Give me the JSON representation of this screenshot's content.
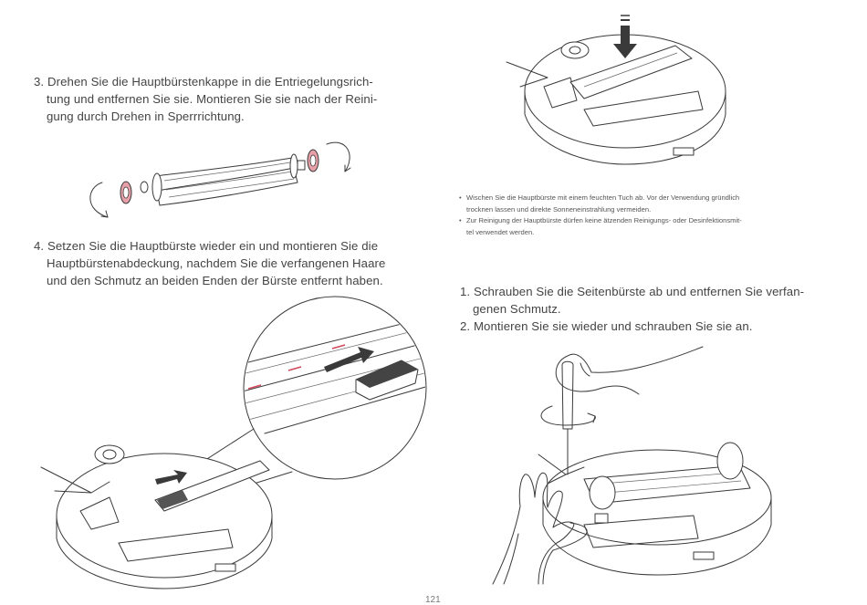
{
  "left_page": {
    "step3": {
      "lines": [
        "3. Drehen Sie die Hauptbürstenkappe in die Entriegelungsrich-",
        "tung und entfernen Sie sie. Montieren Sie sie nach der Reini-",
        "gung durch Drehen in Sperrrichtung."
      ]
    },
    "step4": {
      "lines": [
        "4. Setzen Sie die Hauptbürste wieder ein und montieren Sie die",
        "Hauptbürstenabdeckung, nachdem Sie die verfangenen Haare",
        "und den Schmutz an beiden Enden der Bürste entfernt haben."
      ]
    },
    "page_number": "121"
  },
  "right_page": {
    "notes": {
      "bullet": "•",
      "note1": [
        "Wischen Sie die Hauptbürste mit einem feuchten Tuch ab. Vor der Verwendung gründlich",
        "trocknen lassen und direkte Sonneneinstrahlung vermeiden."
      ],
      "note2": [
        "Zur Reinigung der Hauptbürste dürfen keine ätzenden Reinigungs- oder Desinfektionsmit-",
        "tel verwendet werden."
      ]
    },
    "side_brush_steps": {
      "step1": [
        "1. Schrauben Sie die Seitenbürste ab und entfernen Sie verfan-",
        "genen Schmutz."
      ],
      "step2": [
        "2. Montieren Sie sie wieder und schrauben Sie sie an."
      ]
    }
  },
  "colors": {
    "text": "#444444",
    "line_art": "#3a3a3a",
    "accent_red": "#d0485a",
    "cap_pink": "#e8a0a8"
  },
  "icons": [
    "main-brush-cap-removal-illustration",
    "robot-main-brush-insert-illustration",
    "robot-brush-cover-press-illustration",
    "side-brush-unscrew-illustration"
  ]
}
